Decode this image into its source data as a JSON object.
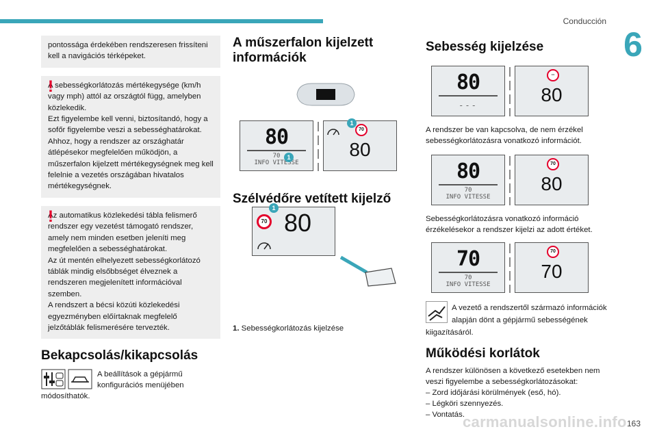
{
  "header": {
    "section": "Conducción",
    "chapter": "6",
    "page": "163"
  },
  "watermark": "carmanualsonline.info",
  "col1": {
    "box1": {
      "text": "pontossága érdekében rendszeresen frissíteni kell a navigációs térképeket."
    },
    "box2": {
      "p1": "A sebességkorlátozás mértékegysége (km/h vagy mph) attól az országtól függ, amelyben közlekedik.",
      "p2": "Ezt figyelembe kell venni, biztosítandó, hogy a sofőr figyelembe veszi a sebességhatárokat.",
      "p3": "Ahhoz, hogy a rendszer az országhatár átlépésekor megfelelően működjön, a műszerfalon kijelzett mértékegységnek meg kell felelnie a vezetés országában hivatalos mértékegységnek."
    },
    "box3": {
      "p1": "Az automatikus közlekedési tábla felismerő rendszer egy vezetést támogató rendszer, amely nem minden esetben jeleníti meg megfelelően a sebességhatárokat.",
      "p2": "Az út mentén elhelyezett sebességkorlátozó táblák mindig elsőbbséget élveznek a rendszeren megjelenített információval szemben.",
      "p3": "A rendszert a bécsi közúti közlekedési egyezményben előírtaknak megfelelő jelzőtáblák felismerésére tervezték."
    },
    "heading": "Bekapcsolás/kikapcsolás",
    "onoff_text": "A beállítások a gépjármű konfigurációs menüjében módosíthatók."
  },
  "col2": {
    "heading1": "A műszerfalon kijelzett információk",
    "cluster": {
      "speed": "80",
      "sub1": "70",
      "sub2": "INFO VITESSE",
      "sign": "70",
      "right_speed": "80",
      "callout": "1"
    },
    "heading2": "Szélvédőre vetített kijelző",
    "hud": {
      "sign": "70",
      "speed": "80",
      "callout": "1"
    },
    "legend": {
      "num": "1.",
      "text": "Sebességkorlátozás kijelzése"
    }
  },
  "col3": {
    "heading1": "Sebesség kijelzése",
    "c1": {
      "speed": "80",
      "dashes": "---",
      "sign": "--",
      "right_speed": "80"
    },
    "text1": "A rendszer be van kapcsolva, de nem érzékel sebességkorlátozásra vonatkozó információt.",
    "c2": {
      "speed": "80",
      "sub1": "70",
      "sub2": "INFO VITESSE",
      "sign": "70",
      "right_speed": "80"
    },
    "text2": "Sebességkorlátozásra vonatkozó információ érzékelésekor a rendszer kijelzi az adott értéket.",
    "c3": {
      "speed": "70",
      "sub1": "70",
      "sub2": "INFO VITESSE",
      "sign": "70",
      "right_speed": "70"
    },
    "driver_text": "A vezető a rendszertől származó információk alapján dönt a gépjármű sebességének kiigazításáról.",
    "heading2": "Működési korlátok",
    "limits_intro": "A rendszer különösen a következő esetekben nem veszi figyelembe a sebességkorlátozásokat:",
    "limits": [
      "–  Zord időjárási körülmények (eső, hó).",
      "–  Légköri szennyezés.",
      "–  Vontatás."
    ]
  }
}
